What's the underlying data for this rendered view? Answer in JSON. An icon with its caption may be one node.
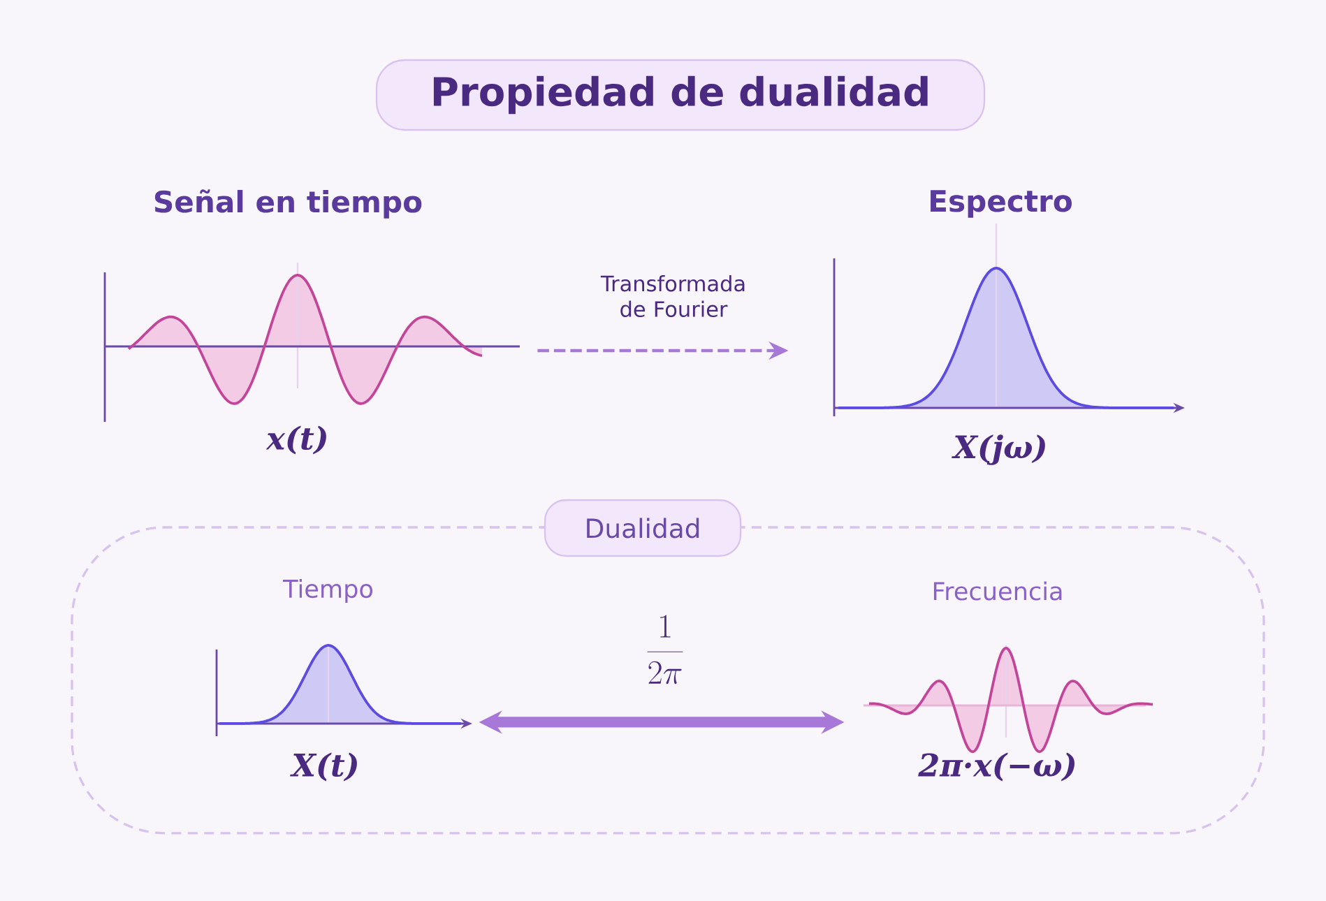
{
  "diagram": {
    "title": "Propiedad de dualidad",
    "nodes": [
      {
        "text": [
          "Señal en tiempo",
          "x(t)"
        ]
      },
      {
        "text": [
          "Espectro",
          "X(jω)"
        ]
      },
      {
        "text": [
          "Dualidad"
        ]
      },
      {
        "text": [
          "Tiempo",
          "X(t)"
        ],
        "in": 2
      },
      {
        "text": [
          "Frecuencia",
          "2π·x(−ω)"
        ],
        "in": 2
      }
    ],
    "edges": [
      {
        "from": 0,
        "to": 1,
        "arrow": "to",
        "label": "Transformada de Fourier",
        "style": "dashed"
      },
      {
        "from": 3,
        "to": 4,
        "arrow": "both",
        "label": "\\frac{1}{2\\pi}",
        "style": "thick"
      }
    ]
  }
}
